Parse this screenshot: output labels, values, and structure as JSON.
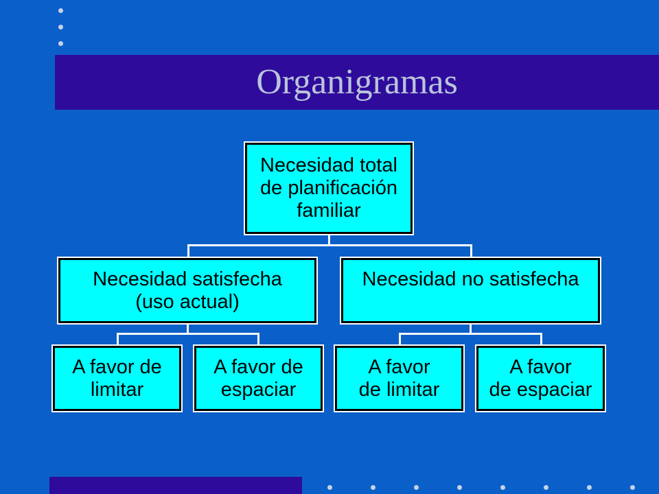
{
  "slide": {
    "title": "Organigramas",
    "colors": {
      "background": "#0b5fc9",
      "title_band": "#2f0b9c",
      "box_fill": "#00ffff",
      "title_text": "#b9c4db"
    }
  },
  "org_chart": {
    "root": "Necesidad total\nde planificación\nfamiliar",
    "level2": [
      "Necesidad  satisfecha\n(uso actual)",
      "Necesidad no satisfecha"
    ],
    "level3": [
      "A favor de\nlimitar",
      "A favor de\nespaciar",
      "A favor\nde limitar",
      "A favor\nde espaciar"
    ]
  }
}
